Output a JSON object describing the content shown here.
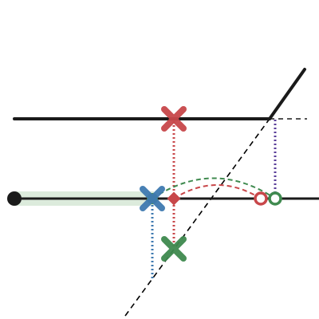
{
  "colors": {
    "background": "#ffffff",
    "axis": "#1a1a1a",
    "red": "#c8474a",
    "green": "#3f8a4f",
    "blue": "#3f7ab0",
    "purple": "#5b3f9a",
    "green_band": "#dcebdc",
    "dashed_line": "#000000"
  },
  "markers": {
    "top_cross": {
      "icon": "x-mark",
      "color": "red"
    },
    "lower_cross_left": {
      "icon": "x-mark",
      "color": "blue"
    },
    "lower_cross_bottom": {
      "icon": "x-mark",
      "color": "green"
    },
    "open_circle_red": {
      "icon": "circle-outline",
      "color": "red"
    },
    "open_circle_green": {
      "icon": "circle-outline",
      "color": "green"
    },
    "start_dot": {
      "icon": "filled-dot",
      "color": "axis"
    }
  }
}
